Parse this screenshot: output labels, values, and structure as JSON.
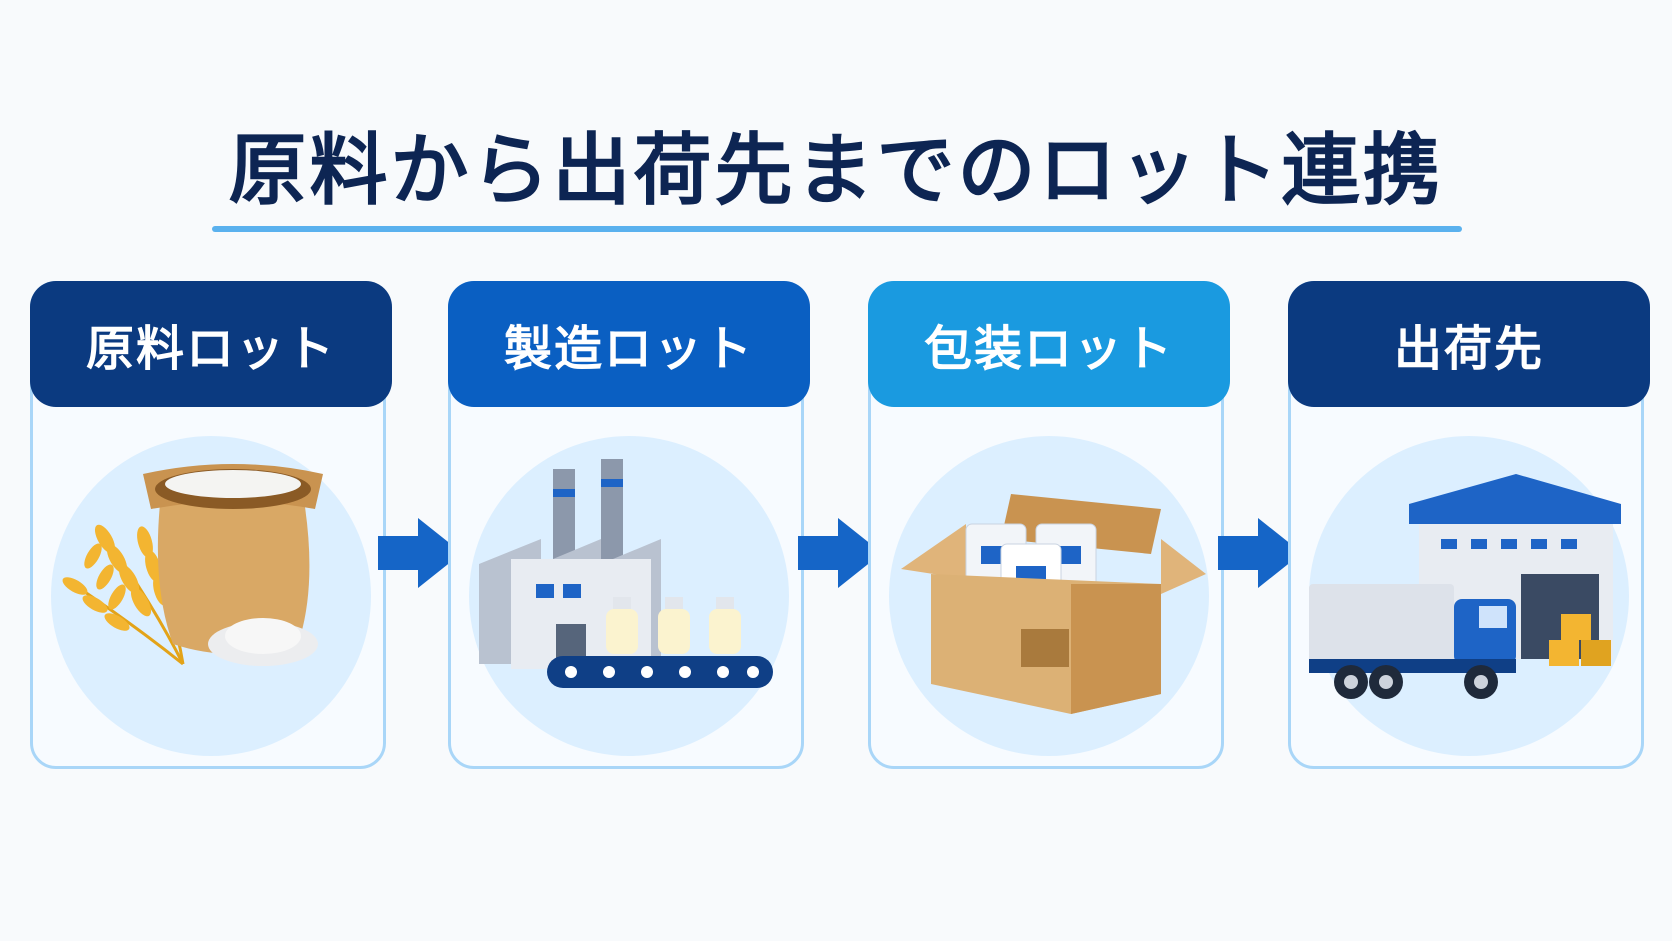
{
  "title": "原料から出荷先までのロット連携",
  "colors": {
    "title_text": "#0d2553",
    "title_rule": "#5ab1ee",
    "card_border": "#a9d6f8",
    "circle_bg": "#dcefff",
    "arrow": "#1565c7"
  },
  "stages": [
    {
      "label": "原料ロット",
      "header_color": "#0b3a80",
      "icon": "grain-sack-icon"
    },
    {
      "label": "製造ロット",
      "header_color": "#0a5fc2",
      "icon": "factory-icon"
    },
    {
      "label": "包装ロット",
      "header_color": "#1a9ae0",
      "icon": "packed-box-icon"
    },
    {
      "label": "出荷先",
      "header_color": "#0b3a80",
      "icon": "warehouse-truck-icon"
    }
  ],
  "connector_icon": "right-arrow-icon"
}
